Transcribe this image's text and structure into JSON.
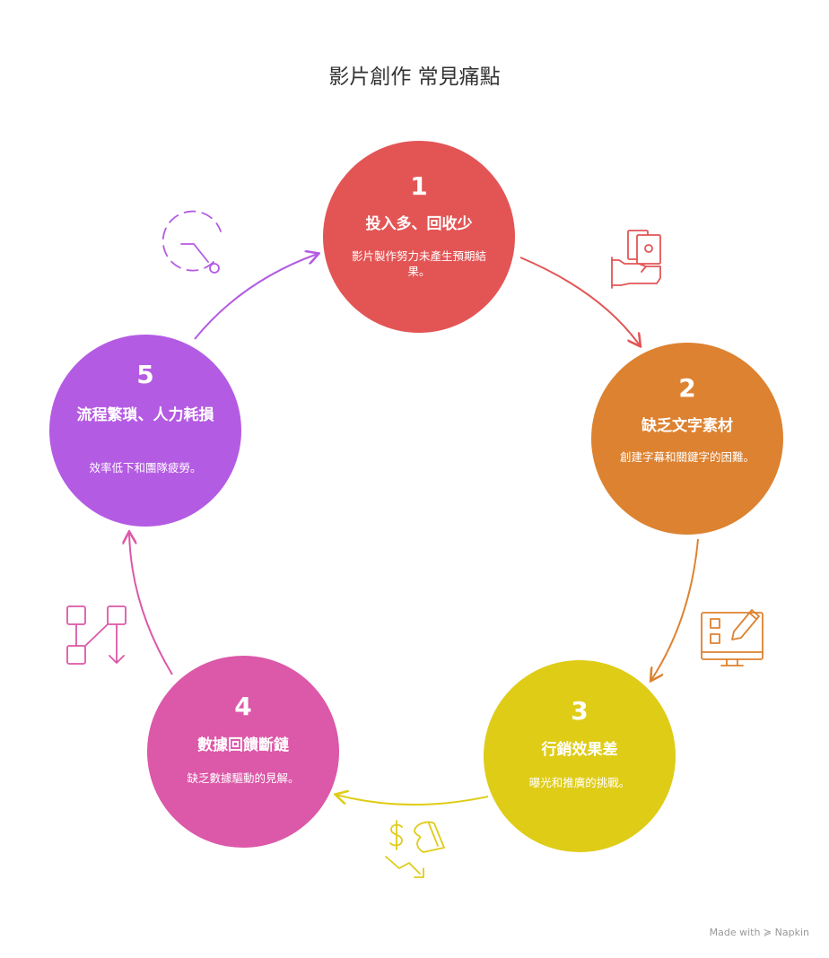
{
  "title": "影片創作 常見痛點",
  "steps": [
    {
      "number": "1",
      "title": "投入多、回收少",
      "description": "影片製作努力未產生預期結果。",
      "color": "#e35555"
    },
    {
      "number": "2",
      "title": "缺乏文字素材",
      "description": "創建字幕和關鍵字的困難。",
      "color": "#dd8230"
    },
    {
      "number": "3",
      "title": "行銷效果差",
      "description": "曝光和推廣的挑戰。",
      "color": "#dfcc17"
    },
    {
      "number": "4",
      "title": "數據回饋斷鏈",
      "description": "缺乏數據驅動的見解。",
      "color": "#dc58a8"
    },
    {
      "number": "5",
      "title": "流程繁瑣、人力耗損",
      "description": "效率低下和團隊疲勞。",
      "color": "#b45be3"
    }
  ],
  "icons": [
    "hand-money-icon",
    "monitor-edit-icon",
    "money-decline-icon",
    "flowchart-icon",
    "timer-icon"
  ],
  "footer": "Made with ≽ Napkin"
}
